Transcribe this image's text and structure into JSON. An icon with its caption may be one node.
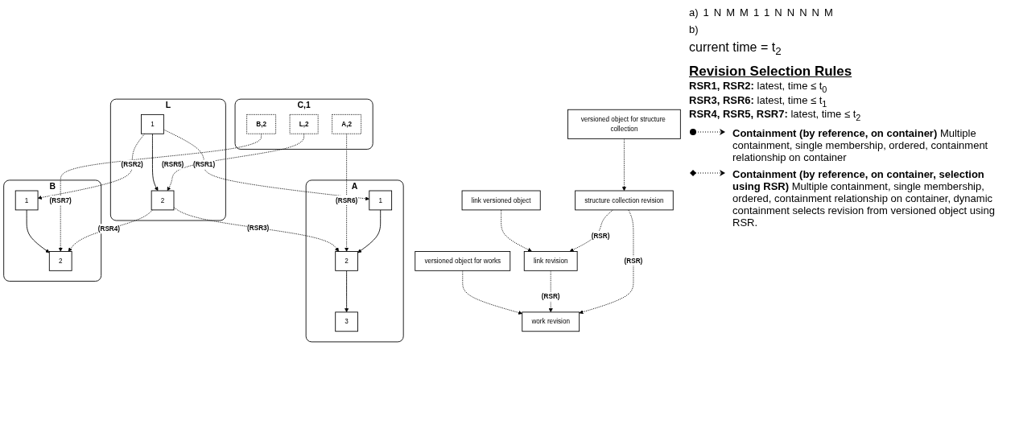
{
  "diagram": {
    "nodes": [
      {
        "text": [
          "versioned object for structure collection"
        ]
      },
      {
        "text": [
          "structure collection revision"
        ]
      },
      {
        "text": [
          "versioned object for works"
        ]
      },
      {
        "text": [
          "link versioned object"
        ]
      },
      {
        "text": [
          "work revision"
        ]
      },
      {
        "text": [
          "link revision"
        ]
      },
      {
        "text": [
          "A"
        ]
      },
      {
        "text": [
          "1"
        ],
        "in": 6
      },
      {
        "text": [
          "2"
        ],
        "in": 6
      },
      {
        "text": [
          "3"
        ],
        "in": 6
      },
      {
        "text": [
          "L"
        ]
      },
      {
        "text": [
          "1"
        ],
        "in": 10
      },
      {
        "text": [
          "2"
        ],
        "in": 10
      },
      {
        "text": [
          "C,1"
        ]
      },
      {
        "text": [
          "A,2"
        ],
        "in": 13
      },
      {
        "text": [
          "L,2"
        ],
        "in": 13
      },
      {
        "text": [
          "B,2"
        ],
        "in": 13
      },
      {
        "text": [
          "B"
        ]
      },
      {
        "text": [
          "1"
        ],
        "in": 17
      },
      {
        "text": [
          "2"
        ],
        "in": 17
      }
    ],
    "edges": [
      {
        "from": 0,
        "to": 1,
        "arrow": "to",
        "style": "dashed"
      },
      {
        "from": 1,
        "to": 4,
        "arrow": "to",
        "label": "(RSR)",
        "style": "dashed"
      },
      {
        "from": 1,
        "to": 5,
        "arrow": "to",
        "label": "(RSR)",
        "style": "dashed"
      },
      {
        "from": 5,
        "to": 4,
        "arrow": "to",
        "label": "(RSR)",
        "style": "dashed"
      },
      {
        "from": 2,
        "to": 4,
        "arrow": "to",
        "style": "dashed"
      },
      {
        "from": 3,
        "to": 5,
        "arrow": "to",
        "style": "dashed"
      },
      {
        "from": 7,
        "to": 8,
        "arrow": "to"
      },
      {
        "from": 8,
        "to": 9,
        "arrow": "to"
      },
      {
        "from": 14,
        "to": 8,
        "arrow": "to",
        "label": "(RSR6)",
        "style": "dashed"
      },
      {
        "from": 11,
        "to": 7,
        "arrow": "to",
        "label": "(RSR1)",
        "style": "dashed"
      },
      {
        "from": 12,
        "to": 8,
        "arrow": "to",
        "label": "(RSR3)",
        "style": "dashed"
      },
      {
        "from": 15,
        "to": 12,
        "arrow": "to",
        "label": "(RSR5)",
        "style": "dashed"
      },
      {
        "from": 11,
        "to": 12,
        "arrow": "to"
      },
      {
        "from": 12,
        "to": 19,
        "arrow": "to",
        "label": "(RSR4)",
        "style": "dashed"
      },
      {
        "from": 11,
        "to": 18,
        "arrow": "to",
        "label": "(RSR2)",
        "style": "dashed"
      },
      {
        "from": 16,
        "to": 19,
        "arrow": "to",
        "label": "(RSR7)",
        "style": "dashed"
      },
      {
        "from": 18,
        "to": 19,
        "arrow": "to"
      }
    ],
    "labels": [
      "a)",
      "1",
      "N",
      "M",
      "M",
      "1",
      "1",
      "N",
      "N",
      "N",
      "N",
      "M",
      "b)",
      "current time = t$_{2}$",
      "Revision Selection Rules",
      "**RSR1, RSR2:** latest, time ≤ t$_{0}$",
      "**RSR3, RSR6:** latest, time ≤ t$_{1}$",
      "**RSR4, RSR5, RSR7:** latest, time ≤ t$_{2}$"
    ],
    "legend": [
      {
        "text": "**Containment (by reference, on container)** Multiple containment, single membership, ordered, containment relationship on container"
      },
      {
        "text": "**Containment (by reference, on container, selection using RSR)** Multiple containment, single membership, ordered, containment relationship on container, dynamic containment selects revision from versioned object using RSR."
      }
    ]
  }
}
